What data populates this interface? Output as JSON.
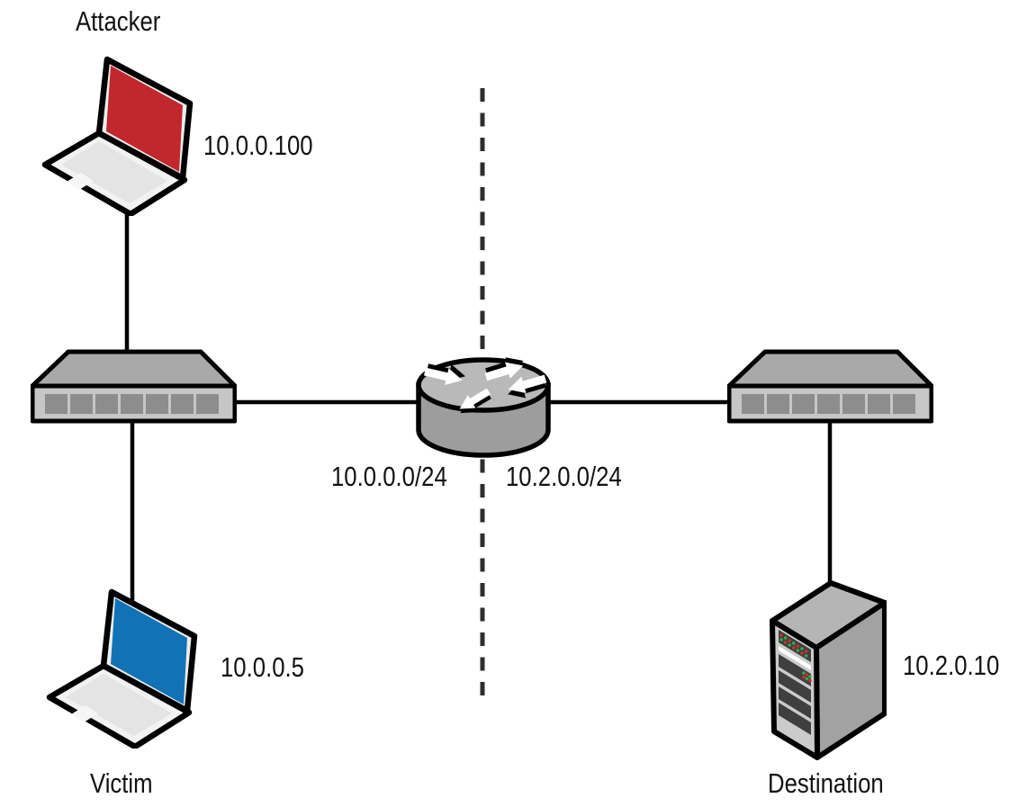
{
  "diagram": {
    "type": "network-topology",
    "nodes": {
      "attacker": {
        "label": "Attacker",
        "ip": "10.0.0.100",
        "device": "laptop"
      },
      "victim": {
        "label": "Victim",
        "ip": "10.0.0.5",
        "device": "laptop"
      },
      "destination": {
        "label": "Destination",
        "ip": "10.2.0.10",
        "device": "server"
      },
      "switch_left": {
        "device": "switch"
      },
      "router": {
        "device": "router"
      },
      "switch_right": {
        "device": "switch"
      }
    },
    "networks": {
      "left_subnet": "10.0.0.0/24",
      "right_subnet": "10.2.0.0/24"
    },
    "connections": [
      {
        "from": "attacker",
        "to": "switch_left"
      },
      {
        "from": "victim",
        "to": "switch_left"
      },
      {
        "from": "switch_left",
        "to": "router"
      },
      {
        "from": "router",
        "to": "switch_right"
      },
      {
        "from": "switch_right",
        "to": "destination"
      }
    ],
    "boundary": {
      "style": "dashed-vertical-line",
      "separates": [
        "10.0.0.0/24",
        "10.2.0.0/24"
      ]
    }
  },
  "colors": {
    "attacker_screen": "#c1272d",
    "victim_screen": "#1173b5",
    "led_red": "#d22f2f",
    "led_green": "#2fae4e"
  }
}
